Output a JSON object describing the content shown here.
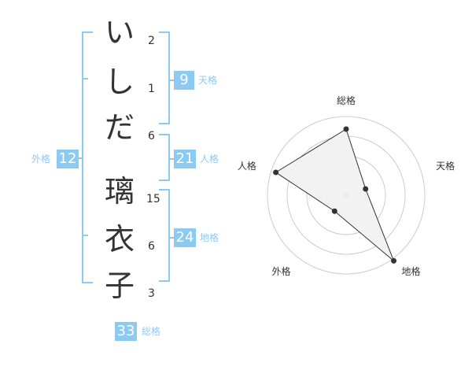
{
  "name_chars": [
    {
      "char": "い",
      "strokes": "2"
    },
    {
      "char": "し",
      "strokes": "1"
    },
    {
      "char": "だ",
      "strokes": "6"
    },
    {
      "char": "璃",
      "strokes": "15"
    },
    {
      "char": "衣",
      "strokes": "6"
    },
    {
      "char": "子",
      "strokes": "3"
    }
  ],
  "kaku": {
    "tenkaku": {
      "value": "9",
      "label": "天格"
    },
    "jinkaku": {
      "value": "21",
      "label": "人格"
    },
    "chikaku": {
      "value": "24",
      "label": "地格"
    },
    "gaikaku": {
      "value": "12",
      "label": "外格"
    },
    "soukaku": {
      "value": "33",
      "label": "総格"
    }
  },
  "colors": {
    "accent": "#8ccaf2",
    "text": "#333333",
    "grid": "#cccccc",
    "fill": "#f1f1f1"
  },
  "chart_data": {
    "type": "radar",
    "axes": [
      "総格",
      "天格",
      "地格",
      "外格",
      "人格"
    ],
    "values": [
      0.84,
      0.26,
      1.03,
      0.25,
      0.94
    ],
    "rings": 4,
    "grid": true
  }
}
